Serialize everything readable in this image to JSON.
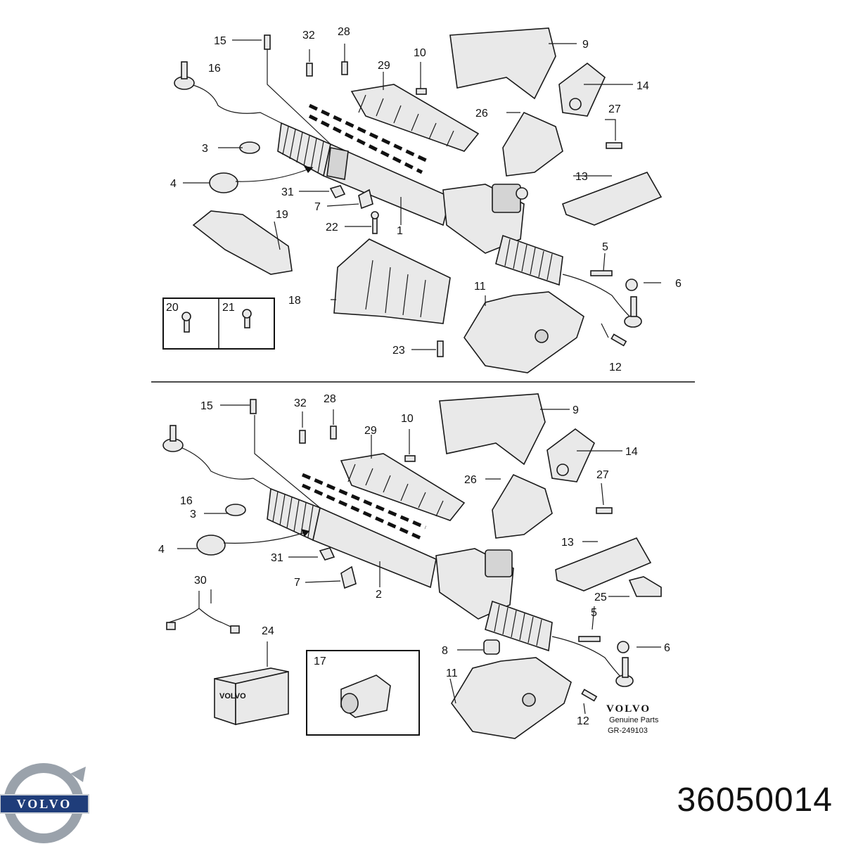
{
  "top_diagram": {
    "callouts": [
      "15",
      "32",
      "28",
      "29",
      "10",
      "9",
      "14",
      "16",
      "26",
      "27",
      "3",
      "4",
      "31",
      "7",
      "1",
      "13",
      "22",
      "19",
      "5",
      "6",
      "18",
      "11",
      "20",
      "21",
      "23",
      "12"
    ]
  },
  "bottom_diagram": {
    "callouts": [
      "15",
      "32",
      "28",
      "29",
      "10",
      "9",
      "14",
      "26",
      "27",
      "16",
      "3",
      "4",
      "31",
      "13",
      "7",
      "2",
      "30",
      "25",
      "5",
      "6",
      "24",
      "8",
      "17",
      "11",
      "12"
    ]
  },
  "brand": {
    "box_label": "VOLVO",
    "stamp_brand": "VOLVO",
    "stamp_line1": "Genuine Parts",
    "stamp_code": "GR-249103",
    "logo_text": "VOLVO"
  },
  "part_number": "36050014",
  "colors": {
    "ink": "#1a1a1a",
    "logo_blue": "#1f3d7a",
    "logo_steel": "#9aa2ab"
  }
}
